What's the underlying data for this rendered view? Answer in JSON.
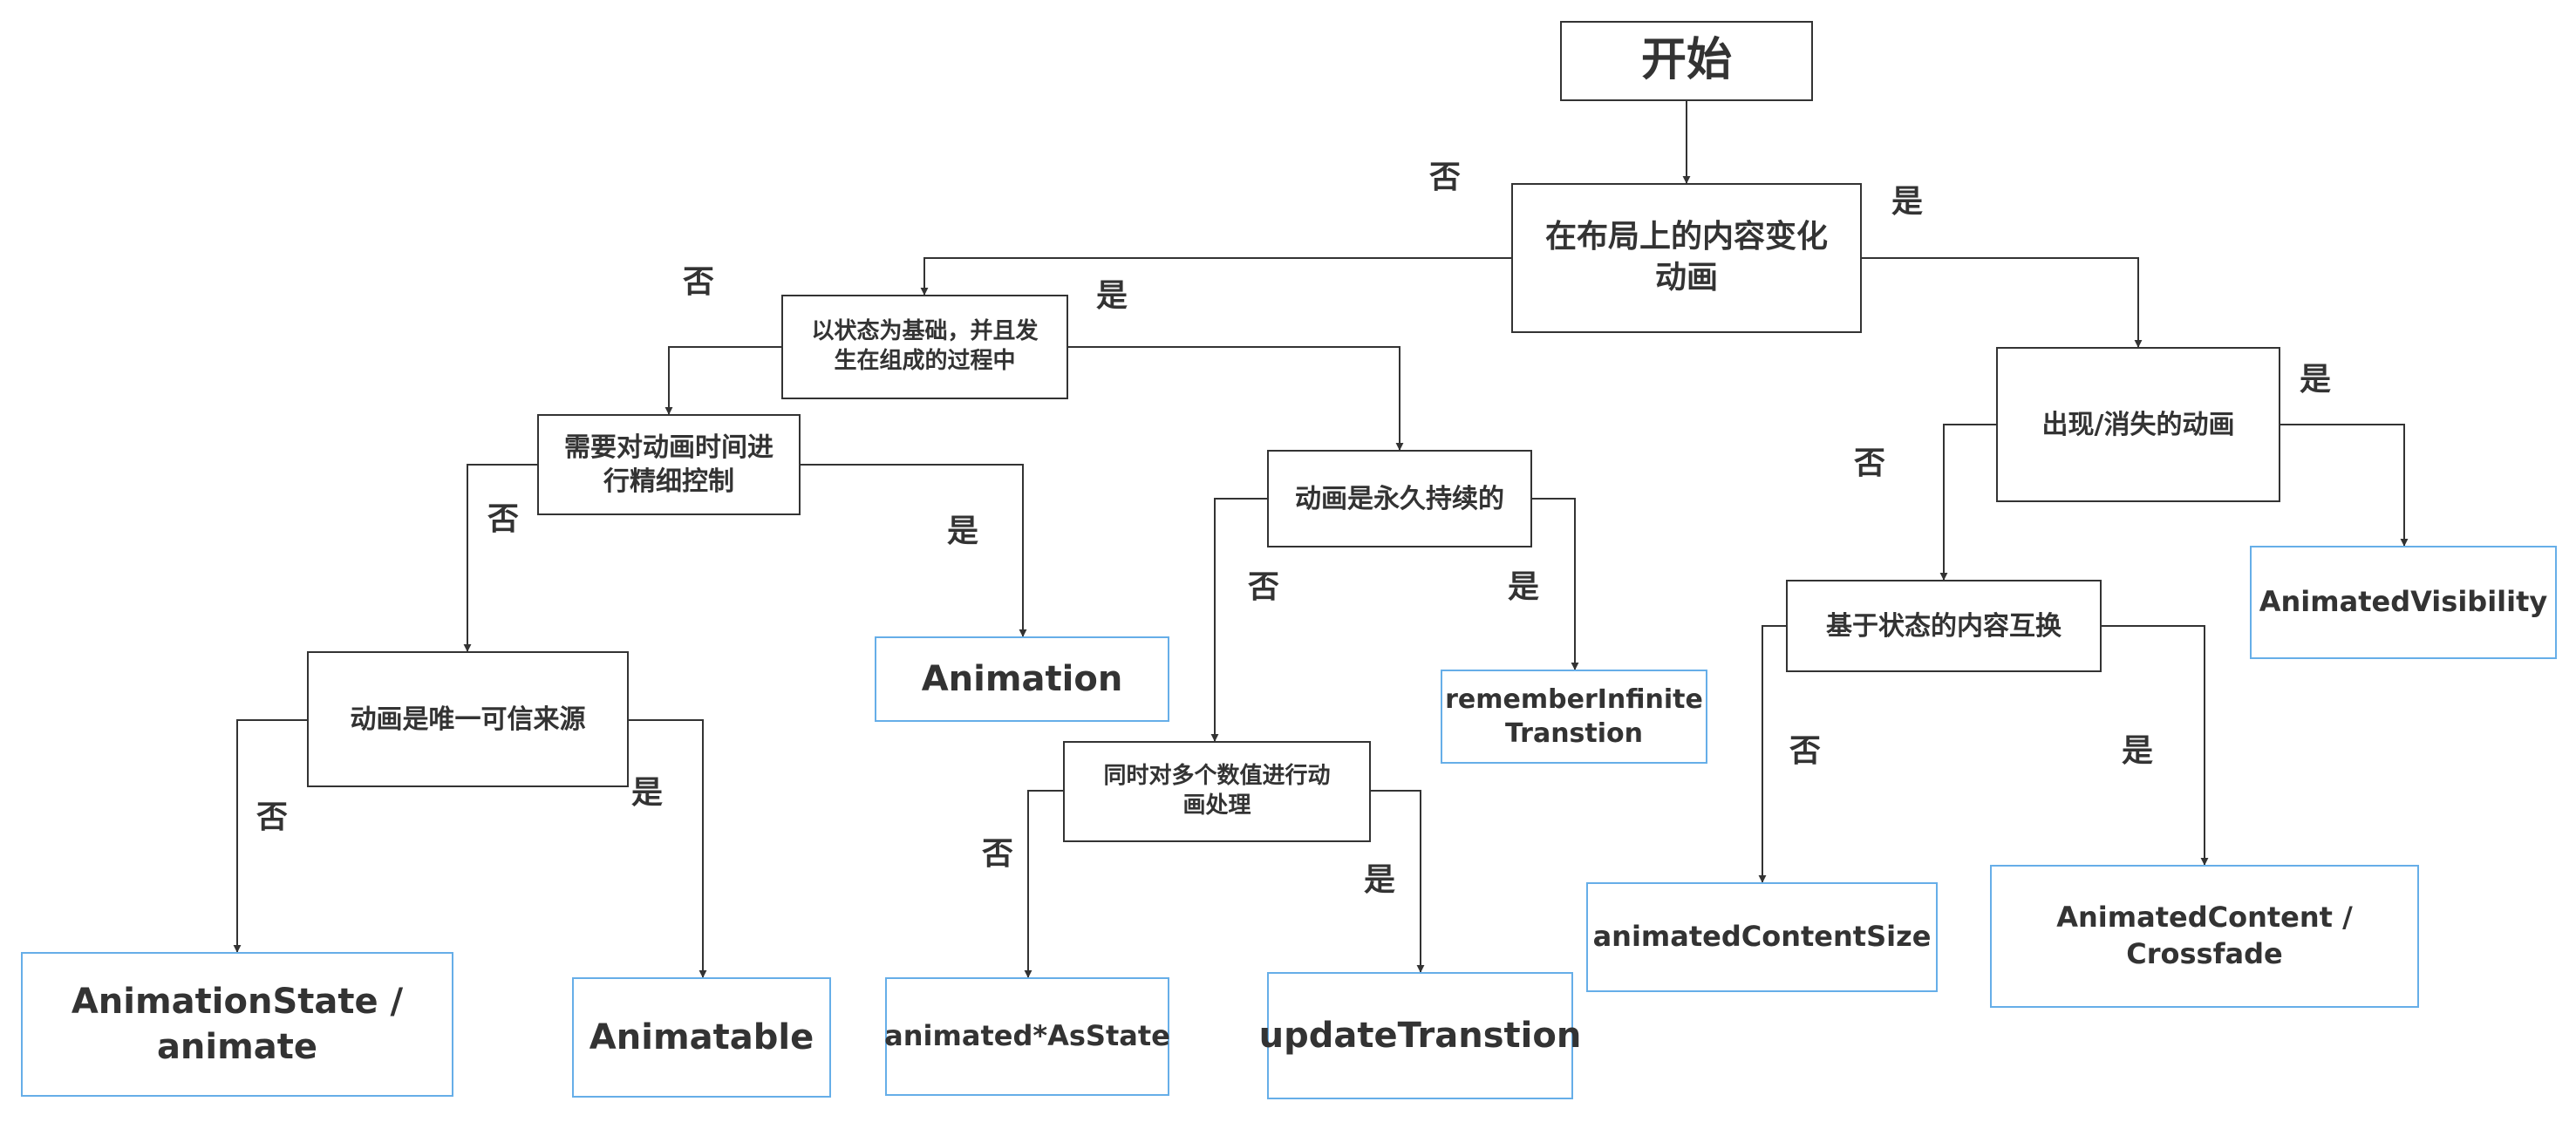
{
  "diagram": {
    "nodes": {
      "start": "开始",
      "layout_change": "在布局上的内容变化\n动画",
      "state_based": "以状态为基础，并且发\n生在组成的过程中",
      "fine_timing": "需要对动画时间进\n行精细控制",
      "single_source": "动画是唯一可信来源",
      "infinite": "动画是永久持续的",
      "multi_values": "同时对多个数值进行动\n画处理",
      "appear_disappear": "出现/消失的动画",
      "content_swap": "基于状态的内容互换",
      "animation_state": "AnimationState /\nanimate",
      "animatable": "Animatable",
      "animation": "Animation",
      "animated_as_state": "animated*AsState",
      "update_transition": "updateTranstion",
      "remember_infinite": "rememberInfinite\nTranstion",
      "animated_content_size": "animatedContentSize",
      "animated_content": "AnimatedContent /\nCrossfade",
      "animated_visibility": "AnimatedVisibility"
    },
    "edge_labels": {
      "yes": "是",
      "no": "否"
    },
    "colors": {
      "decision_border": "#333333",
      "result_border": "#66aee8",
      "text": "#333333"
    }
  }
}
